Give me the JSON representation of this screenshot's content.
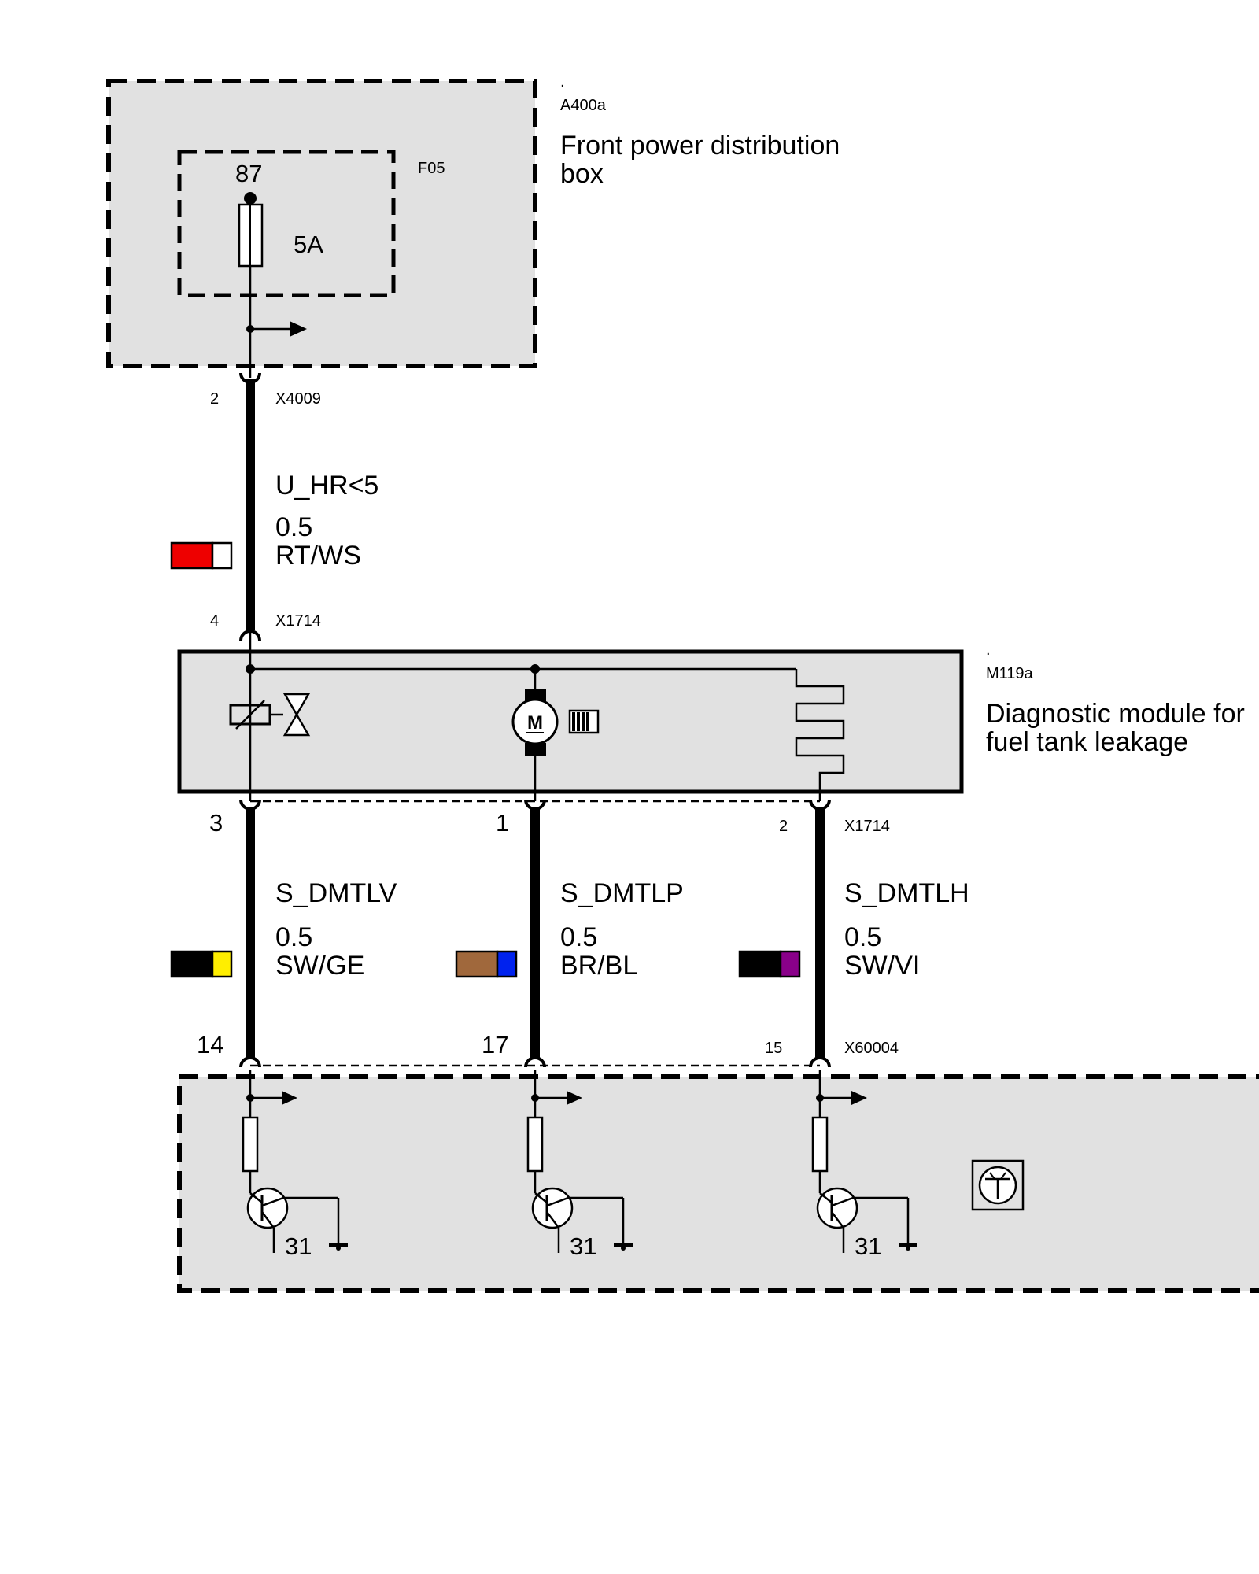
{
  "colors": {
    "module_fill": "#e1e1e1",
    "stroke": "#000000",
    "background": "#ffffff"
  },
  "fuse_box": {
    "dot_label": ".",
    "code": "A400a",
    "title_line1": "Front power distribution",
    "title_line2": "box",
    "fuse_code": "F05",
    "terminal": "87",
    "rating": "5A"
  },
  "connector_x4009": {
    "code": "X4009",
    "pin": "2"
  },
  "wire_supply": {
    "signal": "U_HR<5",
    "gauge": "0.5",
    "color_code": "RT/WS",
    "swatch_left": "#ee0000",
    "swatch_right": "#ffffff"
  },
  "connector_x1714_top": {
    "code": "X1714",
    "pin": "4"
  },
  "dmtl_module": {
    "dot_label": ".",
    "code": "M119a",
    "title_line1": "Diagnostic module for",
    "title_line2": "fuel tank leakage",
    "motor_symbol": "M",
    "icons": [
      "solenoid-valve-icon",
      "motor-icon",
      "heater-element-icon"
    ]
  },
  "connector_x1714_bottom": {
    "code": "X1714",
    "pins": [
      "3",
      "1",
      "2"
    ]
  },
  "wires_lower": [
    {
      "signal": "S_DMTLV",
      "gauge": "0.5",
      "color_code": "SW/GE",
      "swatch_left": "#000000",
      "swatch_right": "#ffee00"
    },
    {
      "signal": "S_DMTLP",
      "gauge": "0.5",
      "color_code": "BR/BL",
      "swatch_left": "#a0683c",
      "swatch_right": "#0022ee"
    },
    {
      "signal": "S_DMTLH",
      "gauge": "0.5",
      "color_code": "SW/VI",
      "swatch_left": "#000000",
      "swatch_right": "#8a008a"
    }
  ],
  "connector_x60004": {
    "code": "X60004",
    "pins": [
      "14",
      "17",
      "15"
    ]
  },
  "control_unit": {
    "ground_labels": [
      "31",
      "31",
      "31"
    ],
    "icons": [
      "transistor-driver-icon",
      "ground-icon",
      "control-unit-symbol-icon"
    ]
  }
}
